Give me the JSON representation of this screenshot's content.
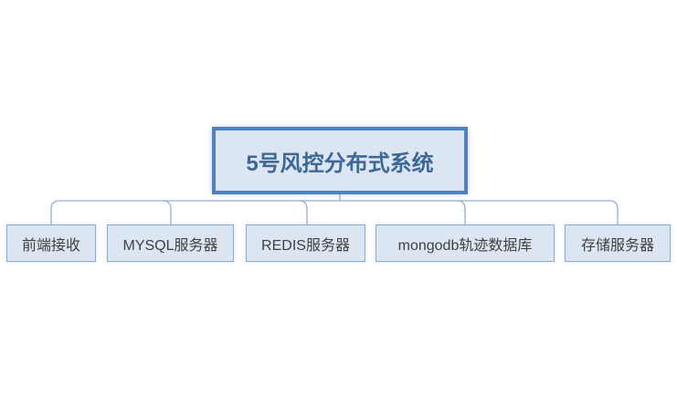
{
  "diagram": {
    "root": {
      "label": "5号风控分布式系统"
    },
    "children": [
      {
        "label": "前端接收"
      },
      {
        "label": "MYSQL服务器"
      },
      {
        "label": "REDIS服务器"
      },
      {
        "label": "mongodb轨迹数据库"
      },
      {
        "label": "存储服务器"
      }
    ],
    "colors": {
      "root_border": "#4f81bd",
      "root_fill": "#dce6f2",
      "root_text": "#3d6795",
      "child_border": "#8aabd2",
      "child_fill": "#dce6f2",
      "child_text": "#404040",
      "connector": "#90afd4",
      "background": "#ffffff"
    }
  }
}
